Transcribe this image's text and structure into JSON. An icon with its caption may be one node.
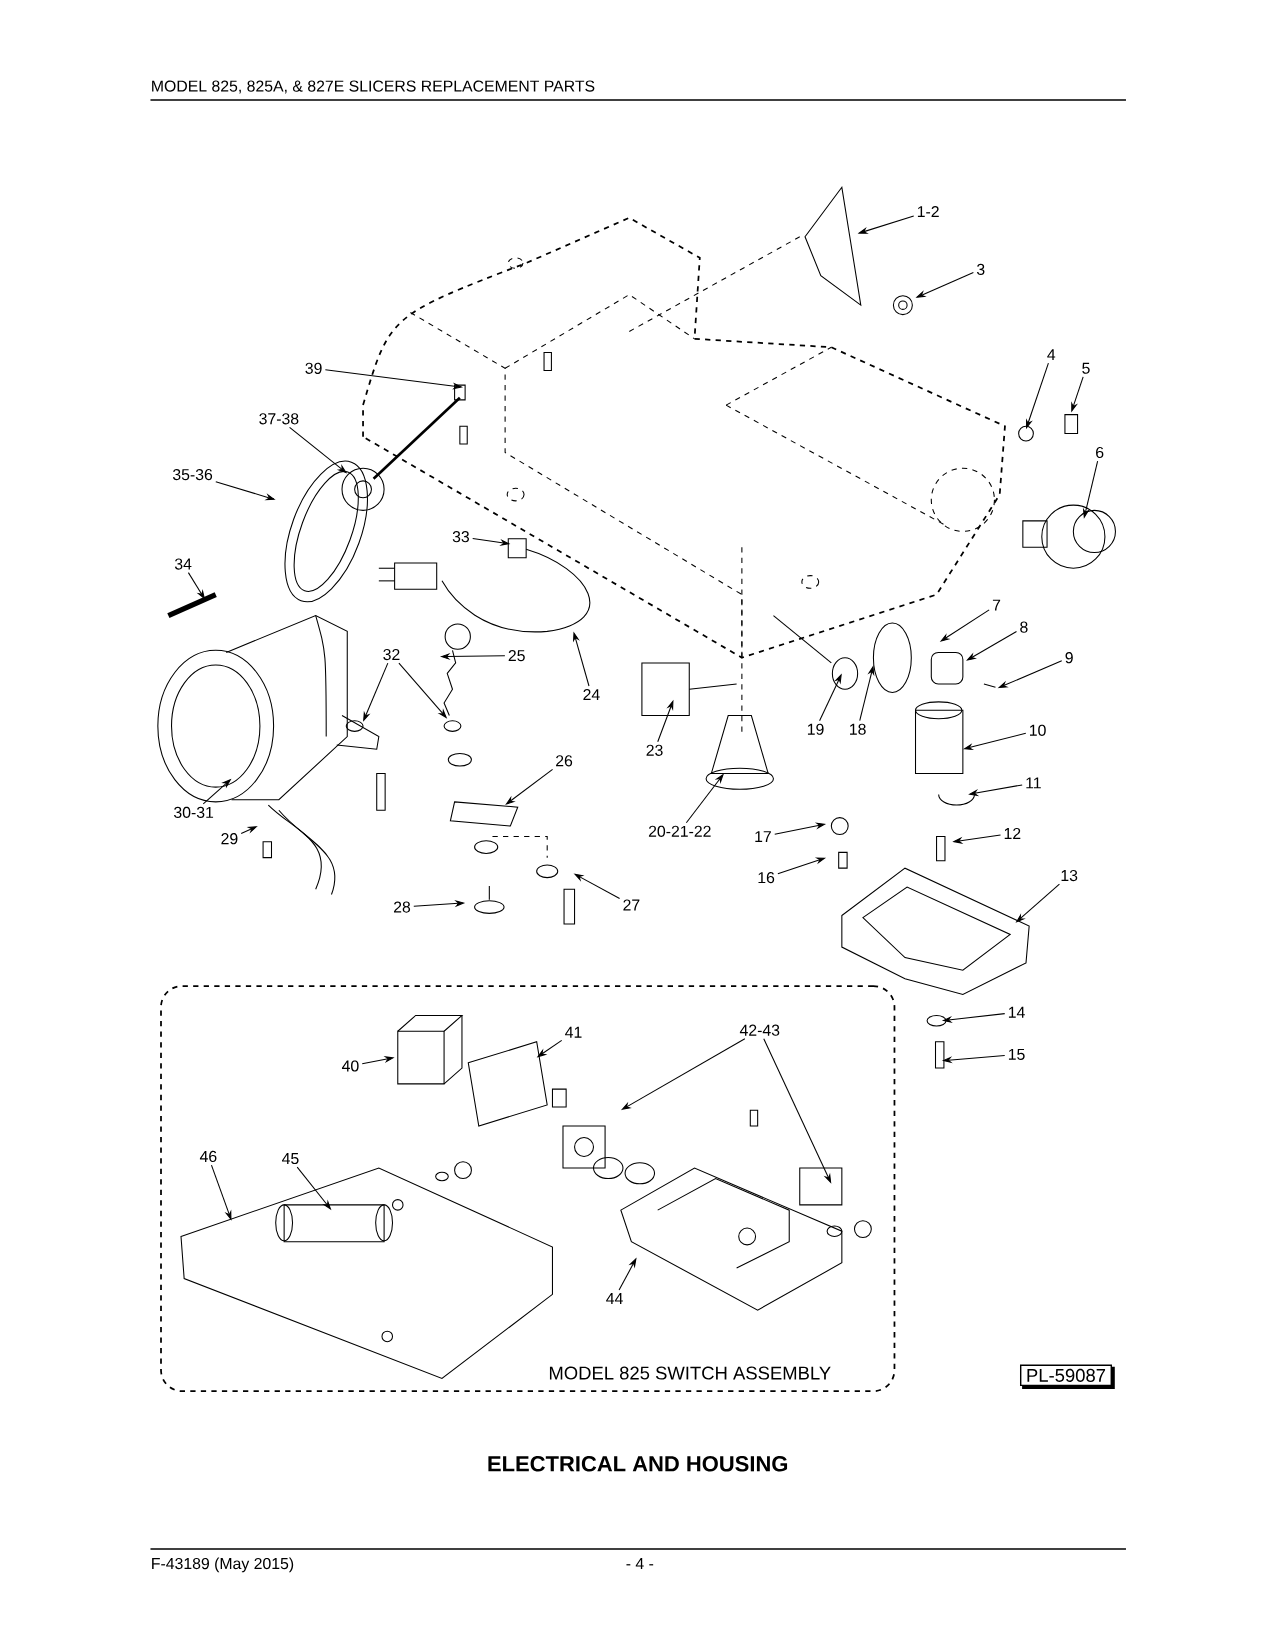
{
  "diagram": {
    "title": "ELECTRICAL AND HOUSING",
    "nodes": [
      {
        "text": [
          "1-2"
        ]
      },
      {
        "text": [
          "3"
        ]
      },
      {
        "text": [
          "39"
        ]
      },
      {
        "text": [
          "4"
        ]
      },
      {
        "text": [
          "5"
        ]
      },
      {
        "text": [
          "37-38"
        ]
      },
      {
        "text": [
          "6"
        ]
      },
      {
        "text": [
          "35-36"
        ]
      },
      {
        "text": [
          "33"
        ]
      },
      {
        "text": [
          "34"
        ]
      },
      {
        "text": [
          "7"
        ]
      },
      {
        "text": [
          "8"
        ]
      },
      {
        "text": [
          "32"
        ]
      },
      {
        "text": [
          "25"
        ]
      },
      {
        "text": [
          "9"
        ]
      },
      {
        "text": [
          "24"
        ]
      },
      {
        "text": [
          "10"
        ]
      },
      {
        "text": [
          "23"
        ]
      },
      {
        "text": [
          "19"
        ]
      },
      {
        "text": [
          "18"
        ]
      },
      {
        "text": [
          "26"
        ]
      },
      {
        "text": [
          "11"
        ]
      },
      {
        "text": [
          "30-31"
        ]
      },
      {
        "text": [
          "20-21-22"
        ]
      },
      {
        "text": [
          "12"
        ]
      },
      {
        "text": [
          "17"
        ]
      },
      {
        "text": [
          "29"
        ]
      },
      {
        "text": [
          "16"
        ]
      },
      {
        "text": [
          "13"
        ]
      },
      {
        "text": [
          "28"
        ]
      },
      {
        "text": [
          "27"
        ]
      },
      {
        "text": [
          "MODEL 825 SWITCH ASSEMBLY"
        ]
      },
      {
        "text": [
          "14"
        ]
      },
      {
        "text": [
          "41"
        ],
        "in": 31
      },
      {
        "text": [
          "42-43"
        ],
        "in": 31
      },
      {
        "text": [
          "15"
        ]
      },
      {
        "text": [
          "40"
        ],
        "in": 31
      },
      {
        "text": [
          "46"
        ],
        "in": 31
      },
      {
        "text": [
          "45"
        ],
        "in": 31
      },
      {
        "text": [
          "44"
        ],
        "in": 31
      },
      {
        "text": [
          "PL-59087"
        ]
      }
    ],
    "edges": [
      {
        "from": 0,
        "to": null,
        "arrow": "to"
      },
      {
        "from": 1,
        "to": null,
        "arrow": "to"
      },
      {
        "from": 2,
        "to": null,
        "arrow": "to"
      },
      {
        "from": 3,
        "to": null,
        "arrow": "to"
      },
      {
        "from": 4,
        "to": null,
        "arrow": "to"
      },
      {
        "from": 5,
        "to": null,
        "arrow": "to"
      },
      {
        "from": 6,
        "to": null,
        "arrow": "to"
      },
      {
        "from": 7,
        "to": null,
        "arrow": "to"
      },
      {
        "from": 8,
        "to": null,
        "arrow": "to"
      },
      {
        "from": 9,
        "to": null,
        "arrow": "to"
      },
      {
        "from": 10,
        "to": null,
        "arrow": "to"
      },
      {
        "from": 11,
        "to": null,
        "arrow": "to"
      },
      {
        "from": 12,
        "to": null,
        "arrow": "to"
      },
      {
        "from": 12,
        "to": null,
        "arrow": "to"
      },
      {
        "from": 13,
        "to": null,
        "arrow": "to"
      },
      {
        "from": 14,
        "to": null,
        "arrow": "to"
      },
      {
        "from": 15,
        "to": null,
        "arrow": "to"
      },
      {
        "from": 16,
        "to": null,
        "arrow": "to"
      },
      {
        "from": 17,
        "to": null,
        "arrow": "to"
      },
      {
        "from": 18,
        "to": null,
        "arrow": "to"
      },
      {
        "from": 19,
        "to": null,
        "arrow": "to"
      },
      {
        "from": 20,
        "to": null,
        "arrow": "to"
      },
      {
        "from": 21,
        "to": null,
        "arrow": "to"
      },
      {
        "from": 22,
        "to": null,
        "arrow": "to"
      },
      {
        "from": 23,
        "to": null,
        "arrow": "to"
      },
      {
        "from": 24,
        "to": null,
        "arrow": "to"
      },
      {
        "from": 25,
        "to": null,
        "arrow": "to"
      },
      {
        "from": 26,
        "to": null,
        "arrow": "to"
      },
      {
        "from": 27,
        "to": null,
        "arrow": "to"
      },
      {
        "from": 28,
        "to": null,
        "arrow": "to"
      },
      {
        "from": 29,
        "to": null,
        "arrow": "to"
      },
      {
        "from": 30,
        "to": null,
        "arrow": "to"
      },
      {
        "from": 32,
        "to": null,
        "arrow": "to"
      },
      {
        "from": 33,
        "to": null,
        "arrow": "to"
      },
      {
        "from": 34,
        "to": null,
        "arrow": "to"
      },
      {
        "from": 34,
        "to": null,
        "arrow": "to"
      },
      {
        "from": 35,
        "to": null,
        "arrow": "to"
      },
      {
        "from": 36,
        "to": null,
        "arrow": "to"
      },
      {
        "from": 37,
        "to": null,
        "arrow": "to"
      },
      {
        "from": 38,
        "to": null,
        "arrow": "to"
      },
      {
        "from": 39,
        "to": null,
        "arrow": "to"
      }
    ],
    "labels": [
      "MODEL 825, 825A, & 827E SLICERS REPLACEMENT PARTS",
      "F-43189 (May 2015)",
      "- 4 -"
    ]
  }
}
